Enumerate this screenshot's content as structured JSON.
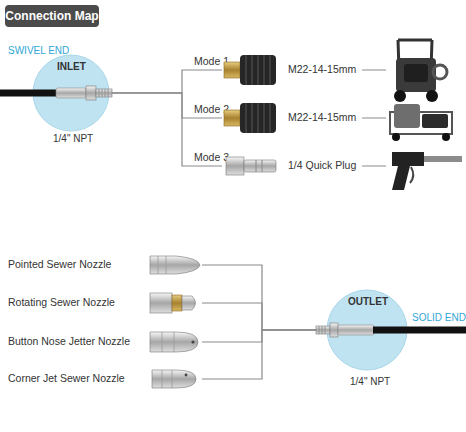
{
  "diagram": {
    "title": "Connection Map",
    "nodes": [
      {
        "text": [
          "SWIVEL END",
          "INLET",
          "1/4\" NPT"
        ]
      },
      {
        "text": [
          "M22-14-15mm"
        ]
      },
      {
        "text": [
          "M22-14-15mm"
        ]
      },
      {
        "text": [
          "1/4 Quick Plug"
        ]
      },
      {
        "text": [
          "Pointed Sewer Nozzle"
        ]
      },
      {
        "text": [
          "Rotating Sewer Nozzle"
        ]
      },
      {
        "text": [
          "Button Nose Jetter Nozzle"
        ]
      },
      {
        "text": [
          "Corner Jet Sewer Nozzle"
        ]
      },
      {
        "text": [
          "OUTLET",
          "SOLID END",
          "1/4\" NPT"
        ]
      }
    ],
    "edges": [
      {
        "from": 0,
        "to": 1,
        "arrow": "none",
        "label": "Mode 1"
      },
      {
        "from": 0,
        "to": 2,
        "arrow": "none",
        "label": "Mode 2"
      },
      {
        "from": 0,
        "to": 3,
        "arrow": "none",
        "label": "Mode 3"
      },
      {
        "from": 4,
        "to": 8,
        "arrow": "none"
      },
      {
        "from": 5,
        "to": 8,
        "arrow": "none"
      },
      {
        "from": 6,
        "to": 8,
        "arrow": "none"
      },
      {
        "from": 7,
        "to": 8,
        "arrow": "none"
      }
    ]
  }
}
